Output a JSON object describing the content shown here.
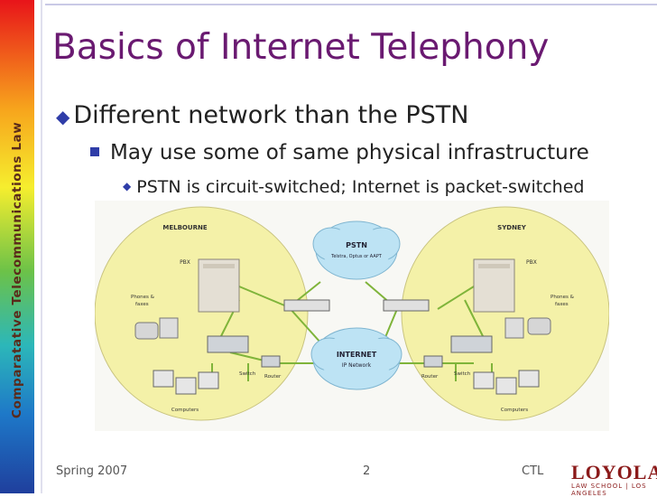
{
  "side_banner": {
    "text": "Comparatative Telecommunications Law"
  },
  "slide": {
    "title": "Basics of Internet Telephony",
    "bullet_1": "Different network than the PSTN",
    "bullet_2": "May use some of same physical infrastructure",
    "bullet_3": "PSTN is circuit-switched; Internet is packet-switched"
  },
  "diagram": {
    "left_site": "MELBOURNE",
    "right_site": "SYDNEY",
    "pstn_cloud": "PSTN",
    "pstn_sub": "Telstra, Optus or AAPT",
    "internet_cloud": "INTERNET",
    "internet_sub": "IP Network",
    "pbx": "PBX",
    "phones": "Phones &",
    "phones2": "faxes",
    "switch": "Switch",
    "router": "Router",
    "computers": "Computers"
  },
  "footer": {
    "left": "Spring 2007",
    "center": "2",
    "right": "CTL"
  },
  "logo": {
    "name": "LOYOLA",
    "sub": "LAW SCHOOL | LOS ANGELES"
  },
  "colors": {
    "title": "#6a1a71",
    "bullet": "#2f3da8",
    "logo": "#8b1a1a"
  }
}
